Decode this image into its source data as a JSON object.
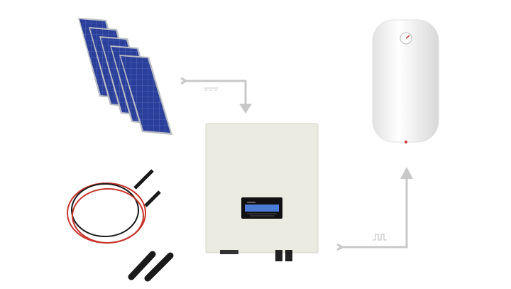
{
  "colors": {
    "background": "#ffffff",
    "arrow": "#c8c8c8",
    "panel": "#2a3f9a",
    "panel_frame": "#b8bcc4",
    "inverter_body": "#ecebe1",
    "display": "#4a7bd6",
    "heater": "#f4f4f4",
    "cable_red": "#c8342b",
    "cable_black": "#1a1a1a"
  },
  "diagram": {
    "nodes": [
      "solar-panels",
      "inverter",
      "water-heater",
      "cables",
      "mc4-connectors"
    ],
    "flows": [
      {
        "from": "solar-panels",
        "to": "inverter",
        "current": "dc"
      },
      {
        "from": "inverter",
        "to": "water-heater",
        "current": "ac"
      }
    ]
  }
}
